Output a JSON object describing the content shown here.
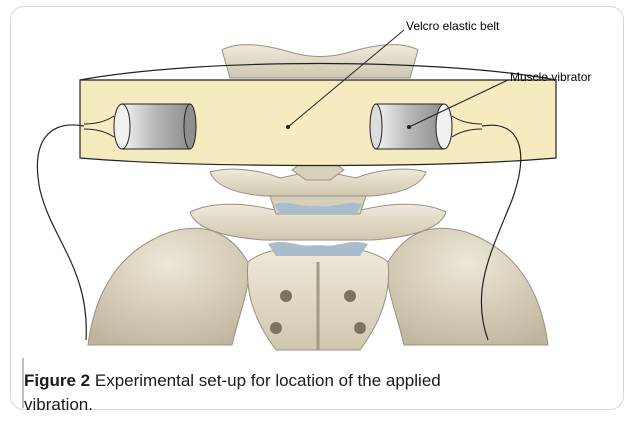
{
  "labels": {
    "belt": "Velcro elastic belt",
    "vibrator": "Muscle vibrator"
  },
  "caption": {
    "title": "Figure 2",
    "text": "Experimental set-up for location of the applied vibration."
  },
  "colors": {
    "belt_fill": "#f5ebbf",
    "bone": "#e8e3d3",
    "bone_shadow": "#b9b19a",
    "disc": "#a9bccb",
    "vibrator_gray": "#b0b0b0"
  }
}
